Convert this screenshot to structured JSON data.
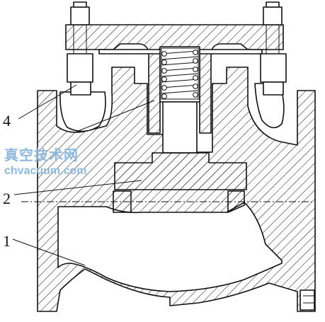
{
  "callouts": [
    {
      "label": "4"
    },
    {
      "label": "2"
    },
    {
      "label": "1"
    }
  ],
  "watermark": {
    "cn": "真空技术网",
    "url": "chvacuum.com"
  },
  "colors": {
    "line": "#111111",
    "watermark": "#8fb8dc",
    "background": "#ffffff"
  }
}
